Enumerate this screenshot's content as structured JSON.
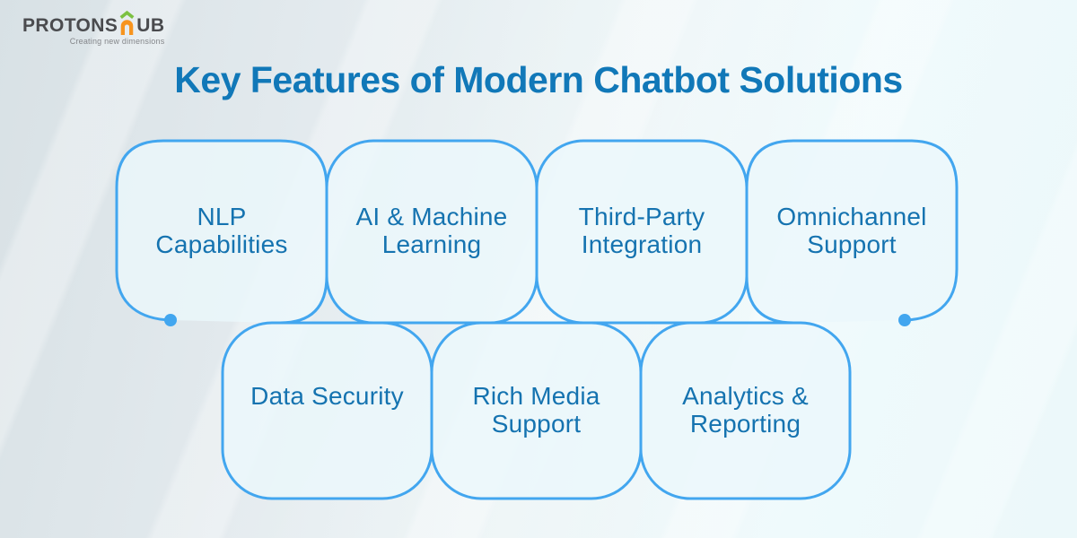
{
  "logo": {
    "wordmark_left": "PROTONS",
    "wordmark_right": "UB",
    "tagline": "Creating new dimensions",
    "arch_color": "#f7941e",
    "roof_color": "#7cc142",
    "text_color": "#4a4b4e"
  },
  "title": "Key Features of Modern Chatbot Solutions",
  "colors": {
    "title_text": "#1178b8",
    "card_border": "#42a6ef",
    "card_fill": "#ebf8fb",
    "card_text": "#1573b0",
    "tail_dot": "#42a6ef",
    "background_dark": "#d8e1e5",
    "background_light": "#effafc"
  },
  "cards": [
    {
      "id": "nlp-capabilities",
      "lines": [
        "NLP",
        "Capabilities"
      ]
    },
    {
      "id": "ai-machine-learning",
      "lines": [
        "AI & Machine",
        "Learning"
      ]
    },
    {
      "id": "third-party-integration",
      "lines": [
        "Third-Party",
        "Integration"
      ]
    },
    {
      "id": "omnichannel-support",
      "lines": [
        "Omnichannel",
        "Support"
      ]
    },
    {
      "id": "data-security",
      "lines": [
        "Data Security"
      ]
    },
    {
      "id": "rich-media-support",
      "lines": [
        "Rich Media",
        "Support"
      ]
    },
    {
      "id": "analytics-reporting",
      "lines": [
        "Analytics &",
        "Reporting"
      ]
    }
  ]
}
